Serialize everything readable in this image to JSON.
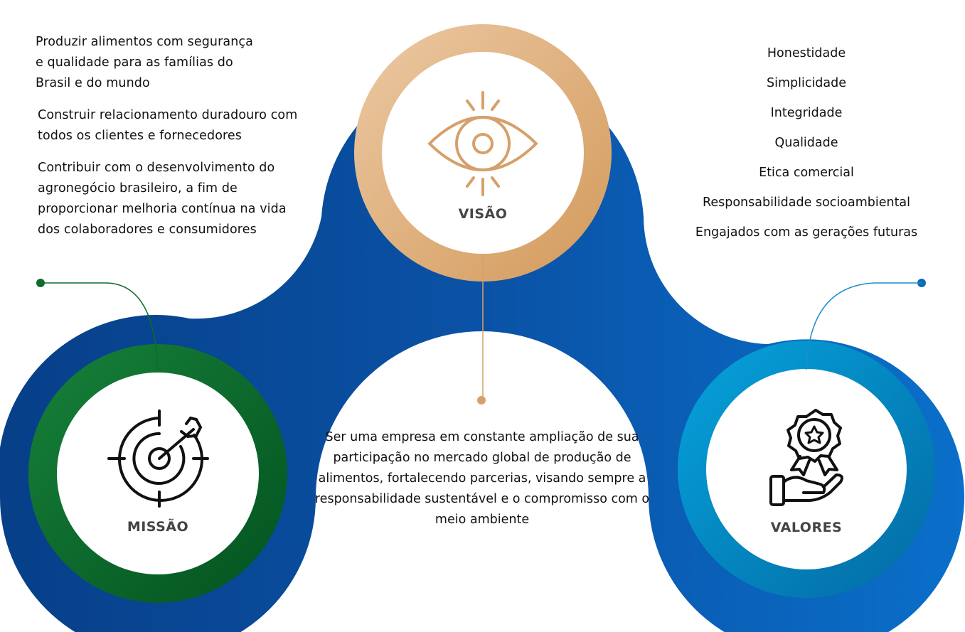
{
  "mission": {
    "label": "MISSÃO",
    "items": [
      "Produzir alimentos com segurança e qualidade para as famílias do Brasil e do mundo",
      "Construir relacionamento duradouro com todos os clientes e fornecedores",
      "Contribuir com o desenvolvimento do agronegócio brasileiro, a fim de proporcionar melhoria contínua na vida dos colaboradores e consumidores"
    ],
    "icon": "target-arrow-icon",
    "color": "#0f6b2e"
  },
  "vision": {
    "label": "VISÃO",
    "text": "Ser uma empresa em constante ampliação de sua participação no mercado global de produção de alimentos, fortalecendo parcerias, visando sempre a responsabilidade sustentável e o compromisso com o meio ambiente",
    "icon": "eye-icon",
    "color": "#d6a06a"
  },
  "values": {
    "label": "VALORES",
    "items": [
      "Honestidade",
      "Simplicidade",
      "Integridade",
      "Qualidade",
      "Etica comercial",
      "Responsabilidade socioambiental",
      "Engajados com as gerações futuras"
    ],
    "icon": "award-hand-icon",
    "color": "#0096d0"
  },
  "colors": {
    "blue_dark": "#08408a",
    "blue_light": "#0a6cc4"
  }
}
